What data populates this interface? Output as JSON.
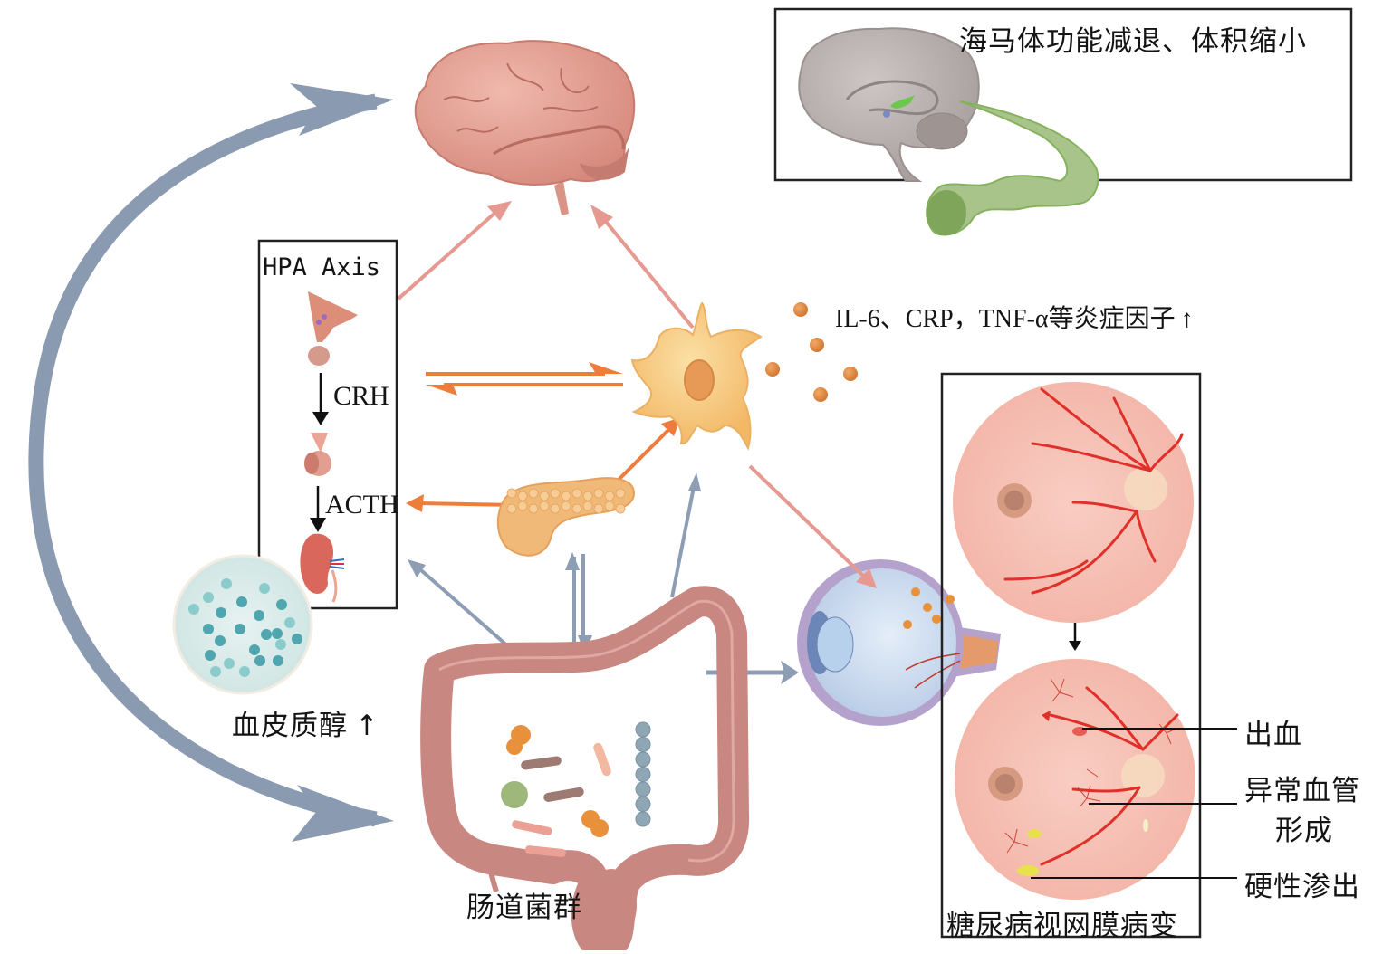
{
  "title": "HPA axis, inflammation, gut microbiota, hippocampus and diabetic retinopathy diagram",
  "colors": {
    "feedback_arrow": "#8a9ab0",
    "brain_arrow": "#e59990",
    "orange_arrow": "#ee7d3b",
    "gray_arrow": "#8d9db3",
    "brain": "#e3a092",
    "hippocampus_brain": "#b8b0ae",
    "hippocampus": "#8fb56a",
    "cell": "#f6c778",
    "cytokine": "#e08a40",
    "pancreas": "#f0b978",
    "colon": "#c98781",
    "retina": "#f6c3b8",
    "vessel": "#e0302a",
    "exudate": "#e8e24a",
    "cortisol_dot": "#4fa6ae"
  },
  "hippocampus_panel": {
    "caption": "海马体功能减退、体积缩小"
  },
  "hpa_box": {
    "title": "HPA Axis",
    "step1_hormone": "CRH",
    "step2_hormone": "ACTH",
    "organs": [
      "hypothalamus",
      "pituitary",
      "adrenal-kidney"
    ]
  },
  "cortisol": {
    "label": "血皮质醇",
    "trend": "↑"
  },
  "inflammation": {
    "label": "IL-6、CRP，TNF-α等炎症因子",
    "trend": "↑"
  },
  "gut": {
    "label": "肠道菌群"
  },
  "retinopathy_panel": {
    "caption": "糖尿病视网膜病变",
    "annotations": [
      {
        "id": "hemorrhage",
        "text": "出血"
      },
      {
        "id": "neovascularization",
        "text": "异常血管形成",
        "line1": "异常血管",
        "line2": "形成"
      },
      {
        "id": "hard-exudate",
        "text": "硬性渗出"
      }
    ]
  }
}
